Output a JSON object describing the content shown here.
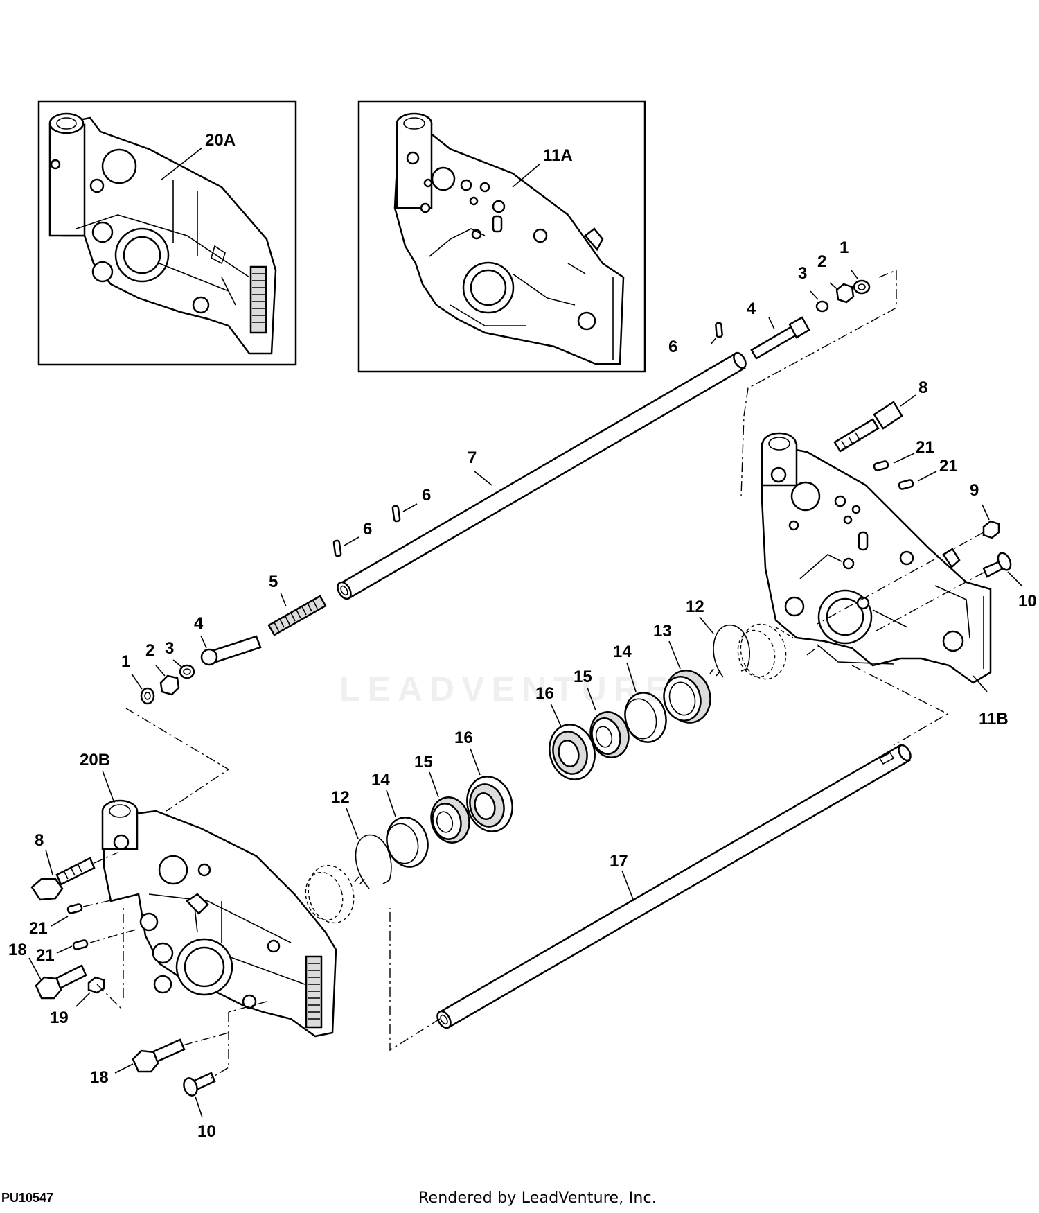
{
  "diagram": {
    "id": "PU10547",
    "credit": "Rendered by LeadVenture, Inc.",
    "watermark": "LEADVENTURE",
    "callouts": {
      "c20A": "20A",
      "c11A": "11A",
      "c1a": "1",
      "c2a": "2",
      "c3a": "3",
      "c4a": "4",
      "c6a": "6",
      "c8a": "8",
      "c21a": "21",
      "c21b": "21",
      "c9": "9",
      "c10a": "10",
      "c7": "7",
      "c6b": "6",
      "c6c": "6",
      "c5": "5",
      "c1b": "1",
      "c2b": "2",
      "c3b": "3",
      "c4b": "4",
      "c12a": "12",
      "c13": "13",
      "c14a": "14",
      "c15a": "15",
      "c16a": "16",
      "c11B": "11B",
      "c20B": "20B",
      "c8b": "8",
      "c21c": "21",
      "c21d": "21",
      "c18a": "18",
      "c19": "19",
      "c12b": "12",
      "c14b": "14",
      "c15b": "15",
      "c16b": "16",
      "c17": "17",
      "c18b": "18",
      "c10b": "10"
    }
  }
}
